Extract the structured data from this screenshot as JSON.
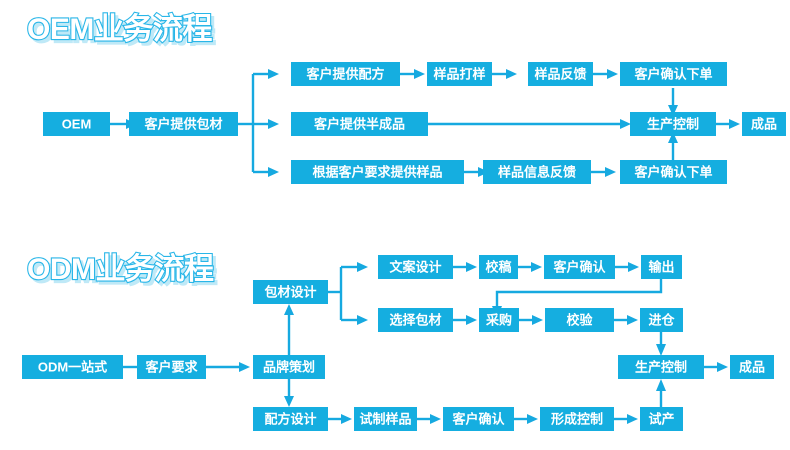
{
  "meta": {
    "accent_color": "#15aee0",
    "line_color": "#29a8dd",
    "text_color": "#ffffff",
    "background": "#ffffff"
  },
  "sections": [
    {
      "id": "oem",
      "title": "OEM业务流程",
      "nodes": {
        "oem_start": "OEM",
        "packaging": "客户提供包材",
        "row1_a": "客户提供配方",
        "row1_b": "样品打样",
        "row1_c": "样品反馈",
        "row1_d": "客户确认下单",
        "row2_a": "客户提供半成品",
        "row3_a": "根据客户要求提供样品",
        "row3_b": "样品信息反馈",
        "row3_c": "客户确认下单",
        "production": "生产控制",
        "finished": "成品"
      }
    },
    {
      "id": "odm",
      "title": "ODM业务流程",
      "nodes": {
        "odm_start": "ODM一站式",
        "requirement": "客户要求",
        "brand_plan": "品牌策划",
        "pack_design": "包材设计",
        "copy_design": "文案设计",
        "proof": "校稿",
        "confirm_top": "客户确认",
        "output": "输出",
        "choose_pack": "选择包材",
        "purchase": "采购",
        "inspect": "校验",
        "warehouse": "进仓",
        "formula_design": "配方设计",
        "trial_sample": "试制样品",
        "confirm_bottom": "客户确认",
        "form_control": "形成控制",
        "trial_prod": "试产",
        "production": "生产控制",
        "finished": "成品"
      }
    }
  ]
}
